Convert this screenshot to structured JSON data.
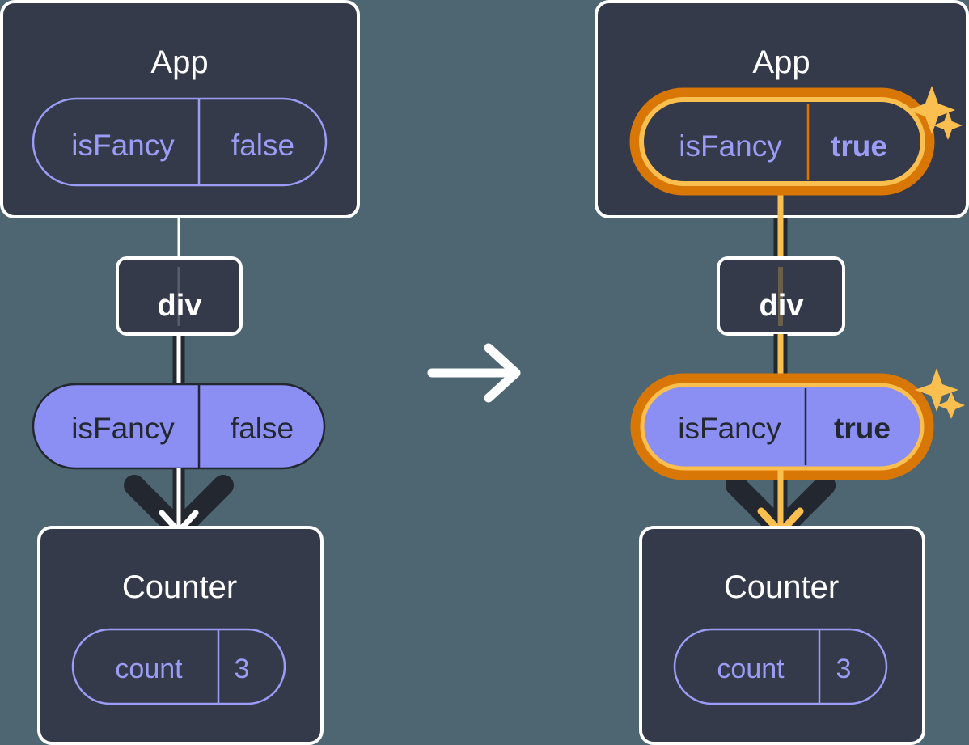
{
  "meta": {
    "title": "React state update diagram: isFancy false to true",
    "background_color": "#4d6672"
  },
  "colors": {
    "background": "#4d6672",
    "panel_fill": "#343a49",
    "panel_stroke": "#ffffff",
    "pill_purple_fill": "#8b8ef2",
    "pill_purple_text": "#23272f",
    "pill_outline_stroke": "#9a9cf5",
    "pill_outline_text": "#9a9cf5",
    "title_text": "#ffffff",
    "edge_dark": "#23272f",
    "edge_white": "#ffffff",
    "highlight_orange_dark": "#d97706",
    "highlight_orange_light": "#fbbf4f",
    "sparkle": "#fbbf4f"
  },
  "transition_arrow": {
    "icon": "arrow-right-icon",
    "label": "becomes",
    "color": "#ffffff"
  },
  "panels": [
    {
      "id": "before",
      "side": "left",
      "highlighted": false,
      "nodes": [
        {
          "id": "before-app",
          "type": "component-box",
          "title": "App",
          "pill": {
            "style": "outline",
            "key": "isFancy",
            "value": "false",
            "value_bold": false,
            "highlighted": false
          }
        },
        {
          "id": "before-div",
          "type": "element-box",
          "title": "div"
        },
        {
          "id": "before-prop",
          "type": "prop-pill",
          "style": "filled",
          "key": "isFancy",
          "value": "false",
          "value_bold": false,
          "highlighted": false
        },
        {
          "id": "before-counter",
          "type": "component-box",
          "title": "Counter",
          "pill": {
            "style": "outline",
            "key": "count",
            "value": "3",
            "value_bold": false,
            "highlighted": false
          }
        }
      ]
    },
    {
      "id": "after",
      "side": "right",
      "highlighted": true,
      "nodes": [
        {
          "id": "after-app",
          "type": "component-box",
          "title": "App",
          "pill": {
            "style": "outline",
            "key": "isFancy",
            "value": "true",
            "value_bold": true,
            "highlighted": true,
            "sparkles": 2
          }
        },
        {
          "id": "after-div",
          "type": "element-box",
          "title": "div"
        },
        {
          "id": "after-prop",
          "type": "prop-pill",
          "style": "filled",
          "key": "isFancy",
          "value": "true",
          "value_bold": true,
          "highlighted": true,
          "sparkles": 2
        },
        {
          "id": "after-counter",
          "type": "component-box",
          "title": "Counter",
          "pill": {
            "style": "outline",
            "key": "count",
            "value": "3",
            "value_bold": false,
            "highlighted": false
          }
        }
      ]
    }
  ]
}
